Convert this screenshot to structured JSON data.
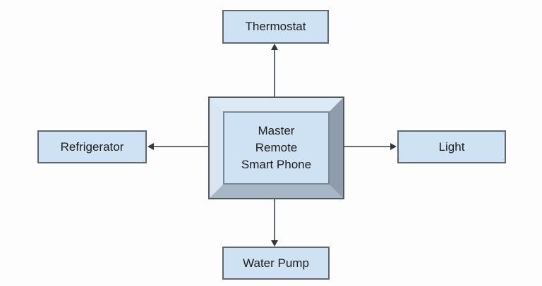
{
  "diagram": {
    "center": {
      "id": "master",
      "label": "Master\nRemote\nSmart Phone"
    },
    "nodes": [
      {
        "id": "thermostat",
        "label": "Thermostat",
        "position": "top"
      },
      {
        "id": "refrigerator",
        "label": "Refrigerator",
        "position": "left"
      },
      {
        "id": "light",
        "label": "Light",
        "position": "right"
      },
      {
        "id": "water-pump",
        "label": "Water Pump",
        "position": "bottom"
      }
    ],
    "connections": [
      {
        "from": "master",
        "to": "thermostat",
        "direction": "up"
      },
      {
        "from": "master",
        "to": "refrigerator",
        "direction": "left"
      },
      {
        "from": "master",
        "to": "light",
        "direction": "right"
      },
      {
        "from": "master",
        "to": "water-pump",
        "direction": "down"
      }
    ],
    "colors": {
      "node_fill": "#cfe2f3",
      "node_border": "#5f6770",
      "bevel_top": "#dde9f5",
      "bevel_left": "#d9e5f1",
      "bevel_right": "#8e9cab",
      "bevel_bottom": "#a8b7c6",
      "connector": "#636b74",
      "arrowhead": "#33383d",
      "text": "#1c1c1c",
      "background": "#fdfdfd"
    }
  }
}
